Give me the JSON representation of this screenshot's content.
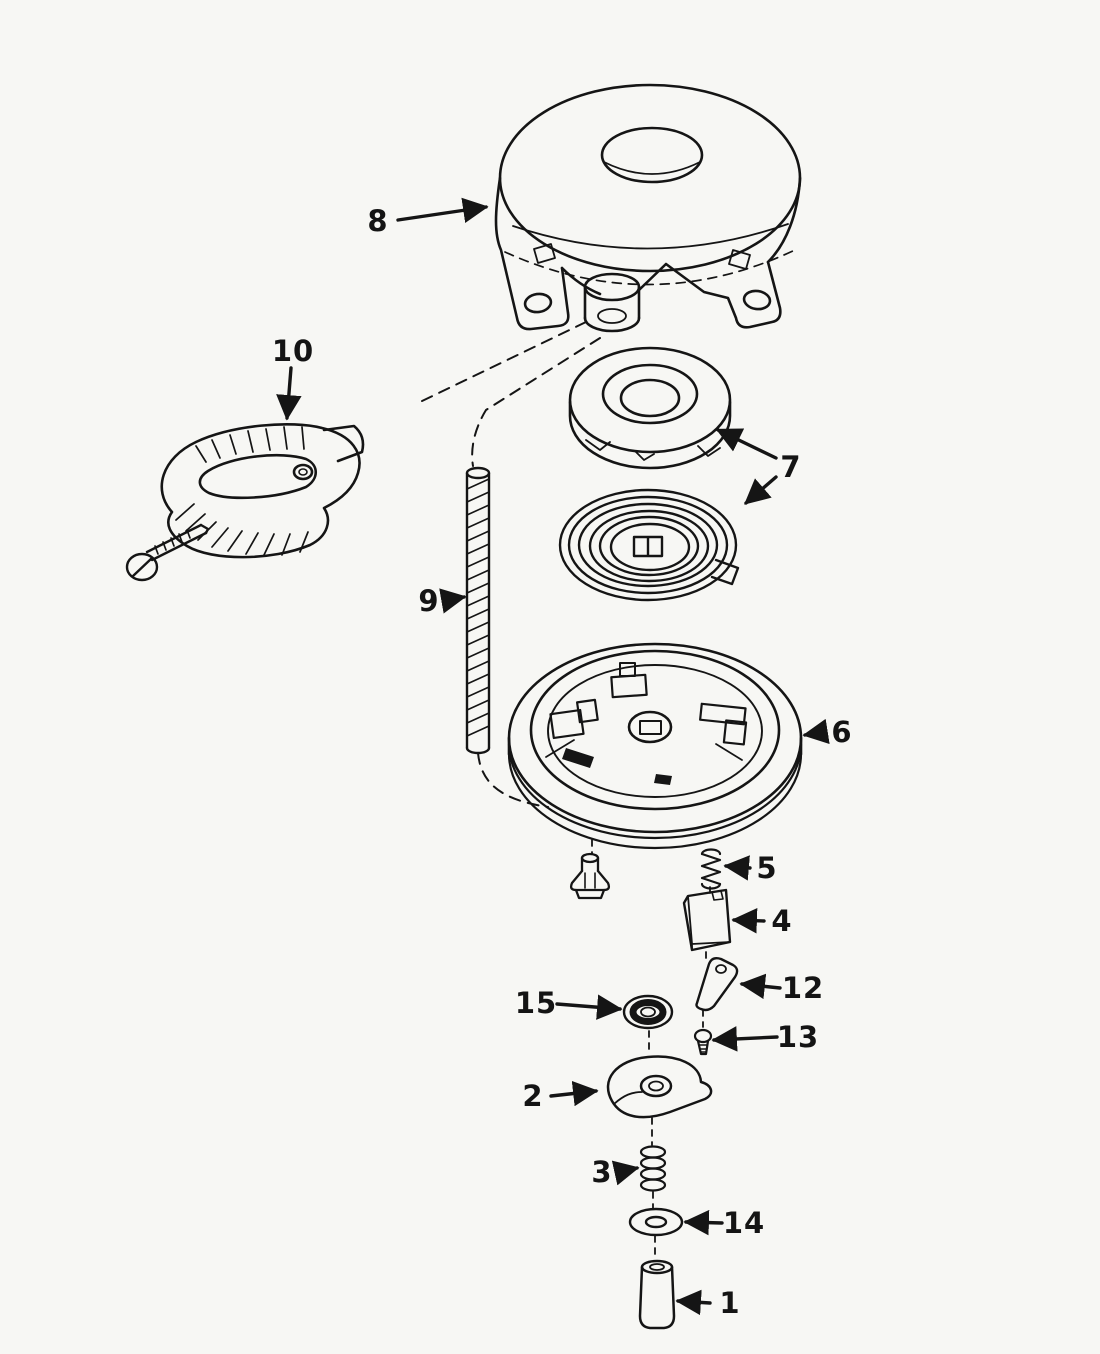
{
  "figure": {
    "background_color": "#f7f7f4",
    "ink_color": "#151515",
    "callouts": [
      {
        "label": "8"
      },
      {
        "label": "10"
      },
      {
        "label": "7"
      },
      {
        "label": "9"
      },
      {
        "label": "6"
      },
      {
        "label": "5"
      },
      {
        "label": "4"
      },
      {
        "label": "12"
      },
      {
        "label": "13"
      },
      {
        "label": "15"
      },
      {
        "label": "2"
      },
      {
        "label": "3"
      },
      {
        "label": "14"
      },
      {
        "label": "1"
      }
    ]
  }
}
